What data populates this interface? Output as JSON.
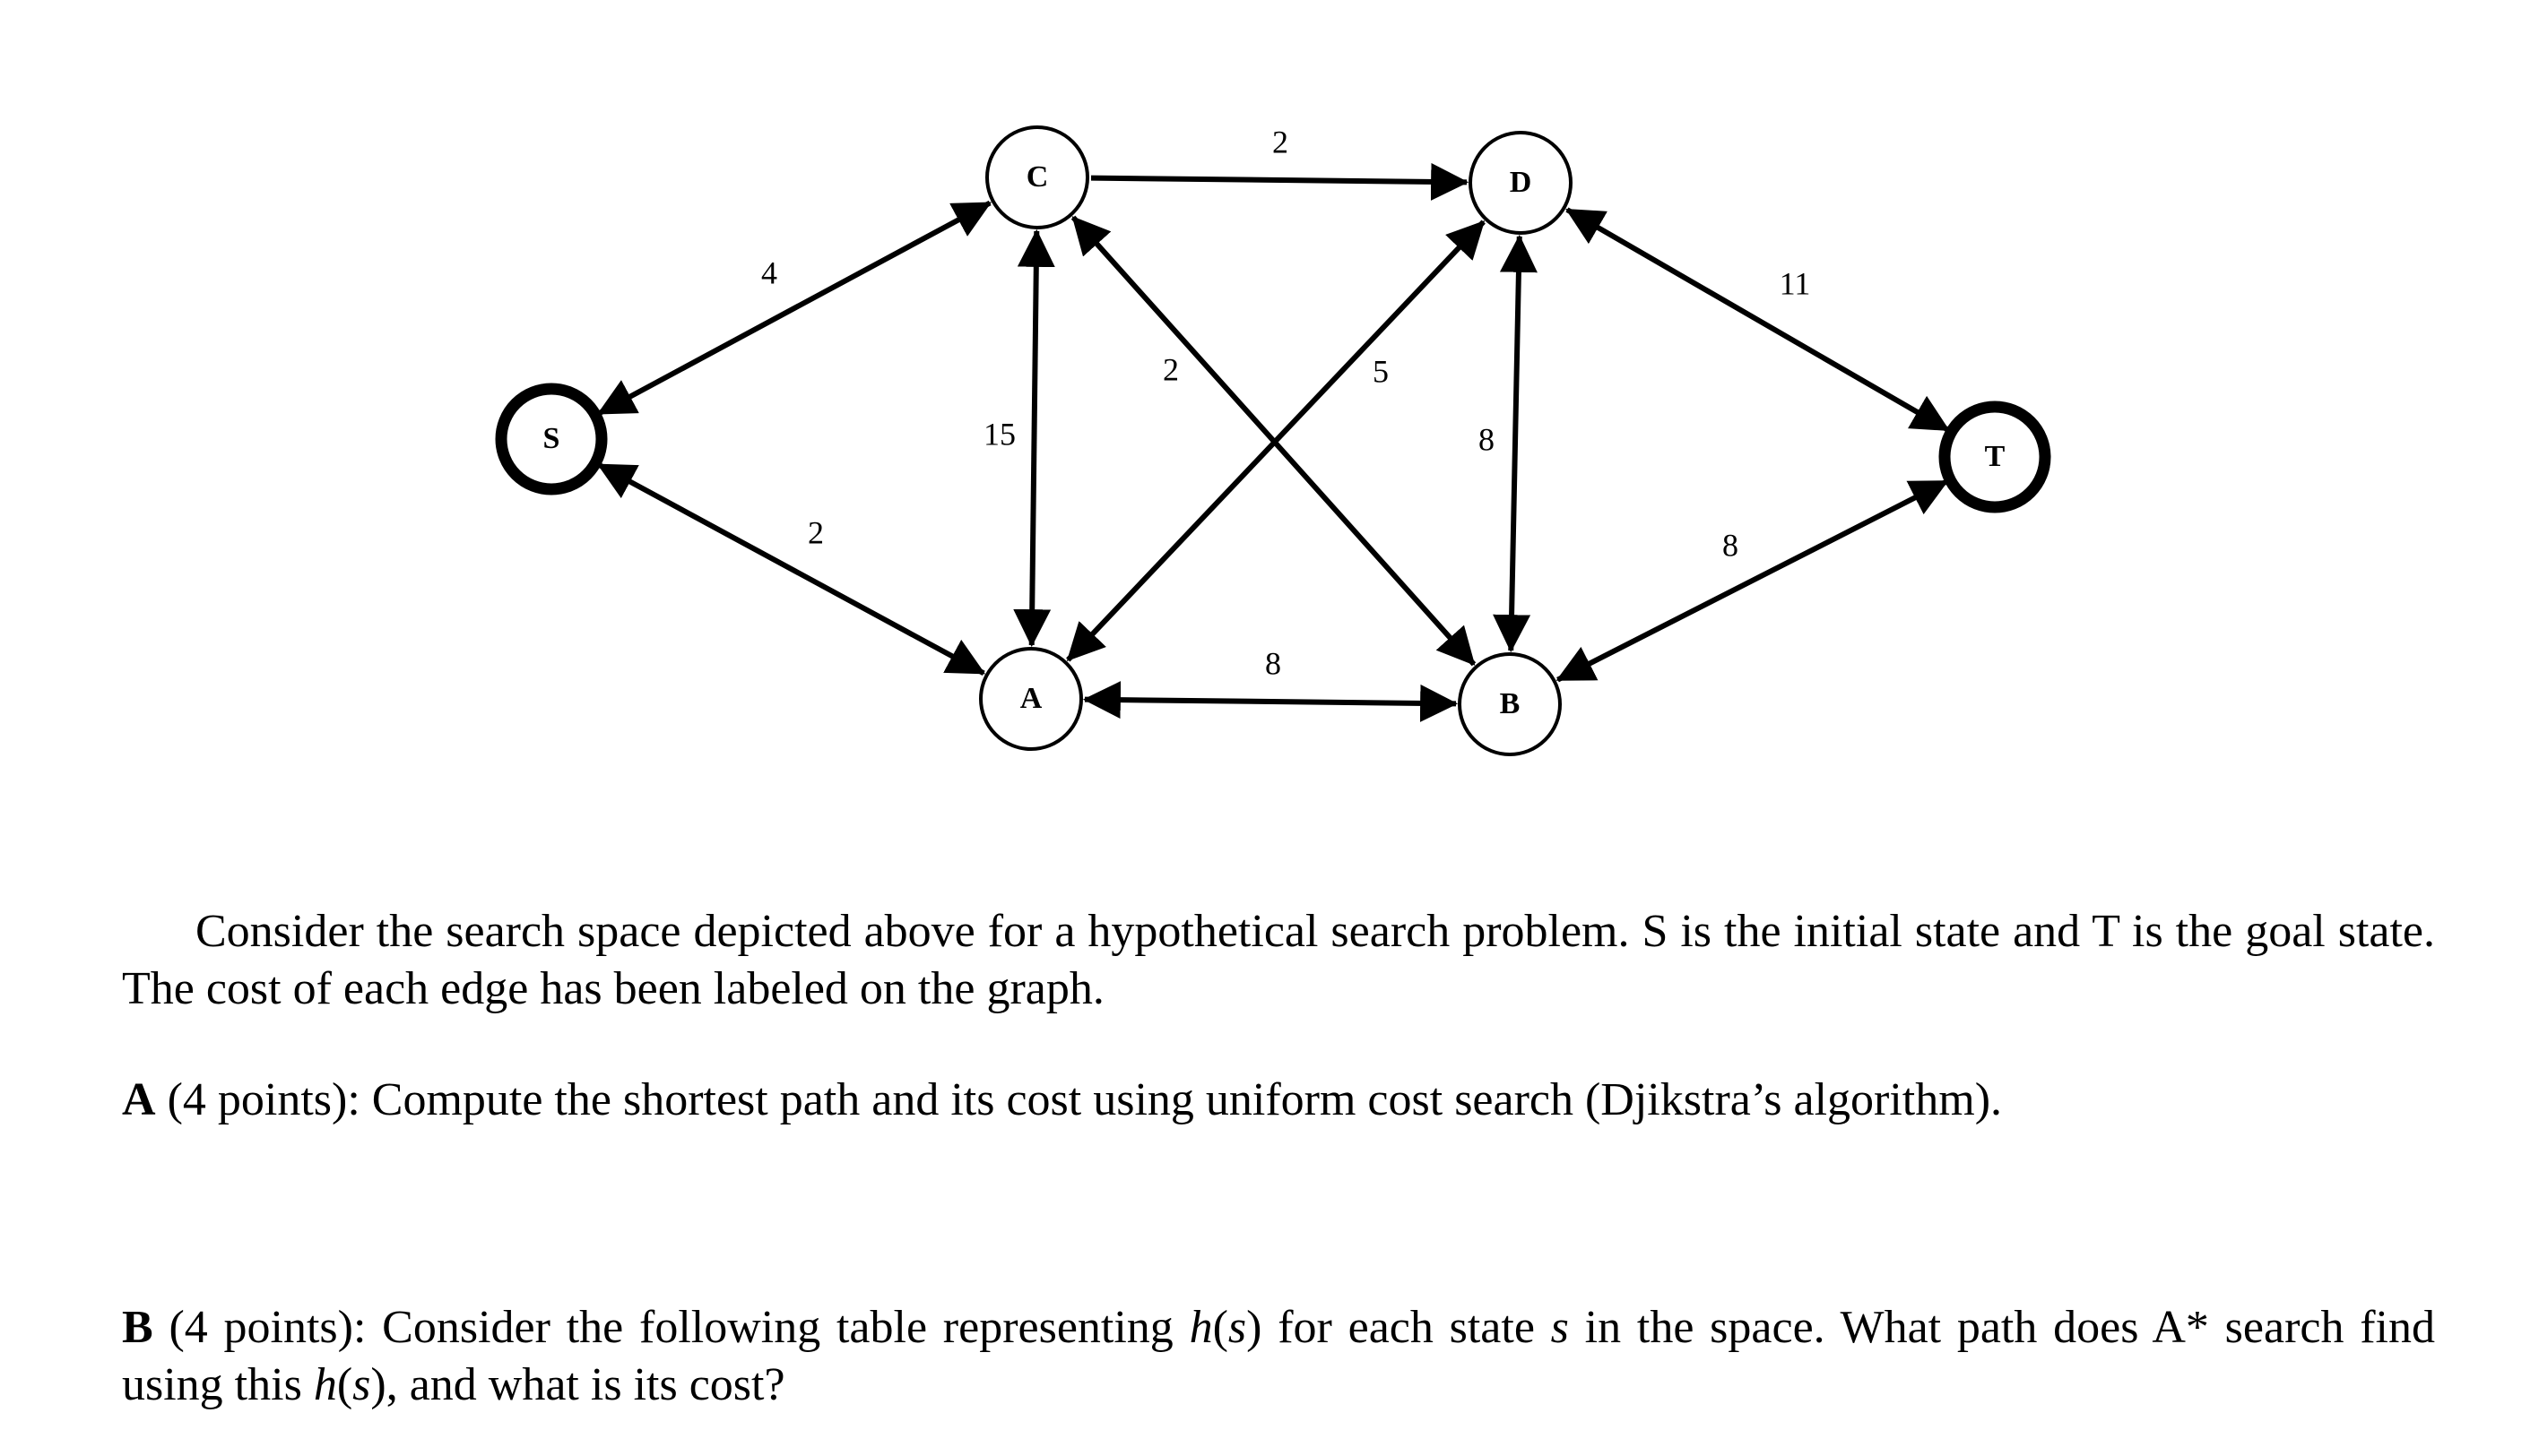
{
  "graph": {
    "nodes": [
      {
        "id": "S",
        "label": "S",
        "terminal": true
      },
      {
        "id": "C",
        "label": "C",
        "terminal": false
      },
      {
        "id": "A",
        "label": "A",
        "terminal": false
      },
      {
        "id": "D",
        "label": "D",
        "terminal": false
      },
      {
        "id": "B",
        "label": "B",
        "terminal": false
      },
      {
        "id": "T",
        "label": "T",
        "terminal": true
      }
    ],
    "edges": [
      {
        "from": "S",
        "to": "C",
        "cost": "4",
        "arrows": "both"
      },
      {
        "from": "S",
        "to": "A",
        "cost": "2",
        "arrows": "both"
      },
      {
        "from": "C",
        "to": "D",
        "cost": "2",
        "arrows": "to"
      },
      {
        "from": "C",
        "to": "A",
        "cost": "15",
        "arrows": "both"
      },
      {
        "from": "C",
        "to": "B",
        "cost": "2",
        "arrows": "both"
      },
      {
        "from": "A",
        "to": "D",
        "cost": "5",
        "arrows": "both"
      },
      {
        "from": "A",
        "to": "B",
        "cost": "8",
        "arrows": "both"
      },
      {
        "from": "D",
        "to": "B",
        "cost": "8",
        "arrows": "both"
      },
      {
        "from": "D",
        "to": "T",
        "cost": "11",
        "arrows": "both"
      },
      {
        "from": "B",
        "to": "T",
        "cost": "8",
        "arrows": "both"
      }
    ]
  },
  "text": {
    "intro": "Consider the search space depicted above for a hypothetical search problem. S is the initial state and T is the goal state. The cost of each edge has been labeled on the graph.",
    "part_a": {
      "letter": "A",
      "body": " (4 points): Compute the shortest path and its cost using uniform cost search (Djikstra’s algorithm)."
    },
    "part_b": {
      "letter": "B",
      "t1": " (4 points): Consider the following table representing ",
      "m1": "h",
      "t2": "(",
      "m2": "s",
      "t3": ") for each state ",
      "m3": "s",
      "t4": " in the space. What path does A* search find using this ",
      "m4": "h",
      "t5": "(",
      "m5": "s",
      "t6": "), and what is its cost?"
    }
  }
}
